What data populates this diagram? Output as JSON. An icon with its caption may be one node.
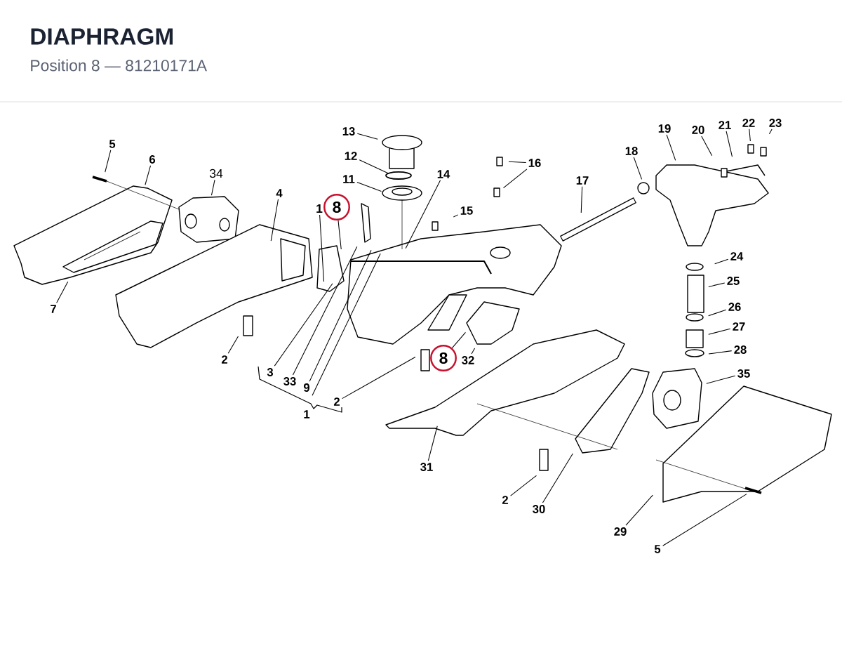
{
  "diagram": {
    "title": "DIAPHRAGM",
    "caption": "Position 8 — 81210171A",
    "nodes": [
      {
        "text": [
          "5"
        ]
      },
      {
        "text": [
          "6"
        ]
      },
      {
        "text": [
          "34"
        ]
      },
      {
        "text": [
          "4"
        ]
      },
      {
        "text": [
          "1"
        ]
      },
      {
        "text": [
          "8"
        ]
      },
      {
        "text": [
          "13"
        ]
      },
      {
        "text": [
          "12"
        ]
      },
      {
        "text": [
          "11"
        ]
      },
      {
        "text": [
          "14"
        ]
      },
      {
        "text": [
          "16"
        ]
      },
      {
        "text": [
          "15"
        ]
      },
      {
        "text": [
          "17"
        ]
      },
      {
        "text": [
          "18"
        ]
      },
      {
        "text": [
          "19"
        ]
      },
      {
        "text": [
          "20"
        ]
      },
      {
        "text": [
          "21"
        ]
      },
      {
        "text": [
          "22"
        ]
      },
      {
        "text": [
          "23"
        ]
      },
      {
        "text": [
          "24"
        ]
      },
      {
        "text": [
          "25"
        ]
      },
      {
        "text": [
          "26"
        ]
      },
      {
        "text": [
          "27"
        ]
      },
      {
        "text": [
          "28"
        ]
      },
      {
        "text": [
          "7"
        ]
      },
      {
        "text": [
          "2"
        ]
      },
      {
        "text": [
          "3"
        ]
      },
      {
        "text": [
          "33"
        ]
      },
      {
        "text": [
          "9"
        ]
      },
      {
        "text": [
          "1"
        ]
      },
      {
        "text": [
          "2"
        ]
      },
      {
        "text": [
          "8"
        ]
      },
      {
        "text": [
          "32"
        ]
      },
      {
        "text": [
          "35"
        ]
      },
      {
        "text": [
          "31"
        ]
      },
      {
        "text": [
          "2"
        ]
      },
      {
        "text": [
          "30"
        ]
      },
      {
        "text": [
          "29"
        ]
      },
      {
        "text": [
          "5"
        ]
      }
    ],
    "edges": [
      {
        "from": 0,
        "to": null,
        "arrow": "none"
      },
      {
        "from": 1,
        "to": null,
        "arrow": "none"
      },
      {
        "from": 2,
        "to": null,
        "arrow": "none"
      },
      {
        "from": 3,
        "to": null,
        "arrow": "none"
      },
      {
        "from": 4,
        "to": null,
        "arrow": "none"
      },
      {
        "from": 5,
        "to": null,
        "arrow": "none"
      },
      {
        "from": 6,
        "to": null,
        "arrow": "none"
      },
      {
        "from": 7,
        "to": null,
        "arrow": "none"
      },
      {
        "from": 8,
        "to": null,
        "arrow": "none"
      },
      {
        "from": 9,
        "to": null,
        "arrow": "none"
      },
      {
        "from": 10,
        "to": null,
        "arrow": "none"
      },
      {
        "from": 10,
        "to": null,
        "arrow": "none"
      },
      {
        "from": 11,
        "to": null,
        "arrow": "none"
      },
      {
        "from": 12,
        "to": null,
        "arrow": "none"
      },
      {
        "from": 13,
        "to": null,
        "arrow": "none"
      },
      {
        "from": 14,
        "to": null,
        "arrow": "none"
      },
      {
        "from": 15,
        "to": null,
        "arrow": "none"
      },
      {
        "from": 16,
        "to": null,
        "arrow": "none"
      },
      {
        "from": 17,
        "to": null,
        "arrow": "none"
      },
      {
        "from": 18,
        "to": null,
        "arrow": "none"
      },
      {
        "from": 19,
        "to": null,
        "arrow": "none"
      },
      {
        "from": 20,
        "to": null,
        "arrow": "none"
      },
      {
        "from": 21,
        "to": null,
        "arrow": "none"
      },
      {
        "from": 22,
        "to": null,
        "arrow": "none"
      },
      {
        "from": 23,
        "to": null,
        "arrow": "none"
      },
      {
        "from": 24,
        "to": null,
        "arrow": "none"
      },
      {
        "from": 25,
        "to": null,
        "arrow": "none"
      },
      {
        "from": 26,
        "to": null,
        "arrow": "none"
      },
      {
        "from": 27,
        "to": null,
        "arrow": "none"
      },
      {
        "from": 28,
        "to": null,
        "arrow": "none"
      },
      {
        "from": 29,
        "to": null,
        "arrow": "none"
      },
      {
        "from": 30,
        "to": null,
        "arrow": "none"
      },
      {
        "from": 31,
        "to": null,
        "arrow": "none"
      },
      {
        "from": 32,
        "to": null,
        "arrow": "none"
      },
      {
        "from": 33,
        "to": null,
        "arrow": "none"
      },
      {
        "from": 34,
        "to": null,
        "arrow": "none"
      },
      {
        "from": 35,
        "to": null,
        "arrow": "none"
      },
      {
        "from": 36,
        "to": null,
        "arrow": "none"
      },
      {
        "from": 37,
        "to": null,
        "arrow": "none"
      },
      {
        "from": 38,
        "to": null,
        "arrow": "none"
      }
    ]
  }
}
